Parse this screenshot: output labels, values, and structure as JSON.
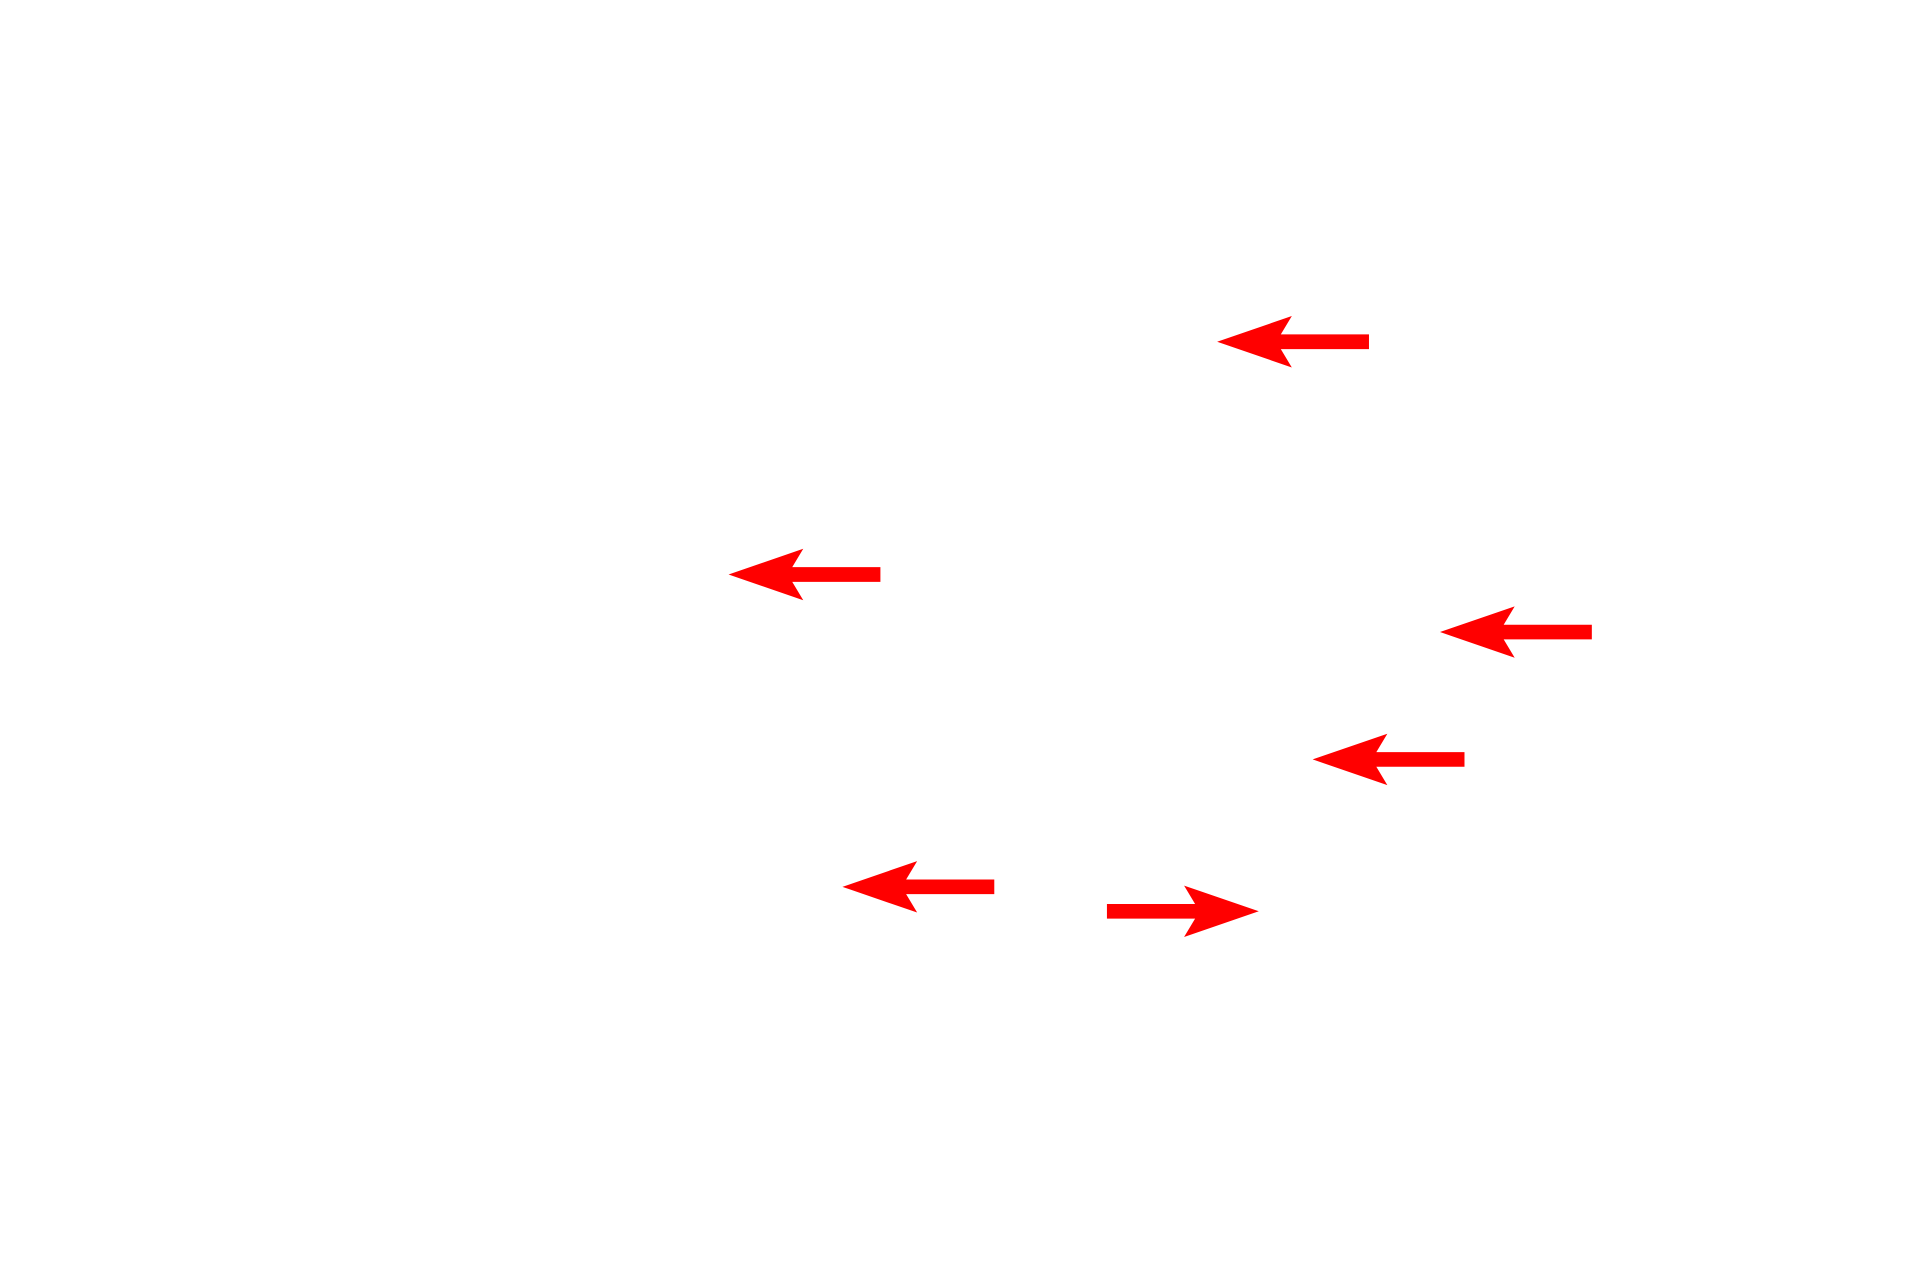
{
  "arrow_color": "#ff0000",
  "background": "#ffffff",
  "arrows": [
    {
      "direction": "left"
    },
    {
      "direction": "left"
    },
    {
      "direction": "left"
    },
    {
      "direction": "left"
    },
    {
      "direction": "left"
    },
    {
      "direction": "right"
    }
  ]
}
